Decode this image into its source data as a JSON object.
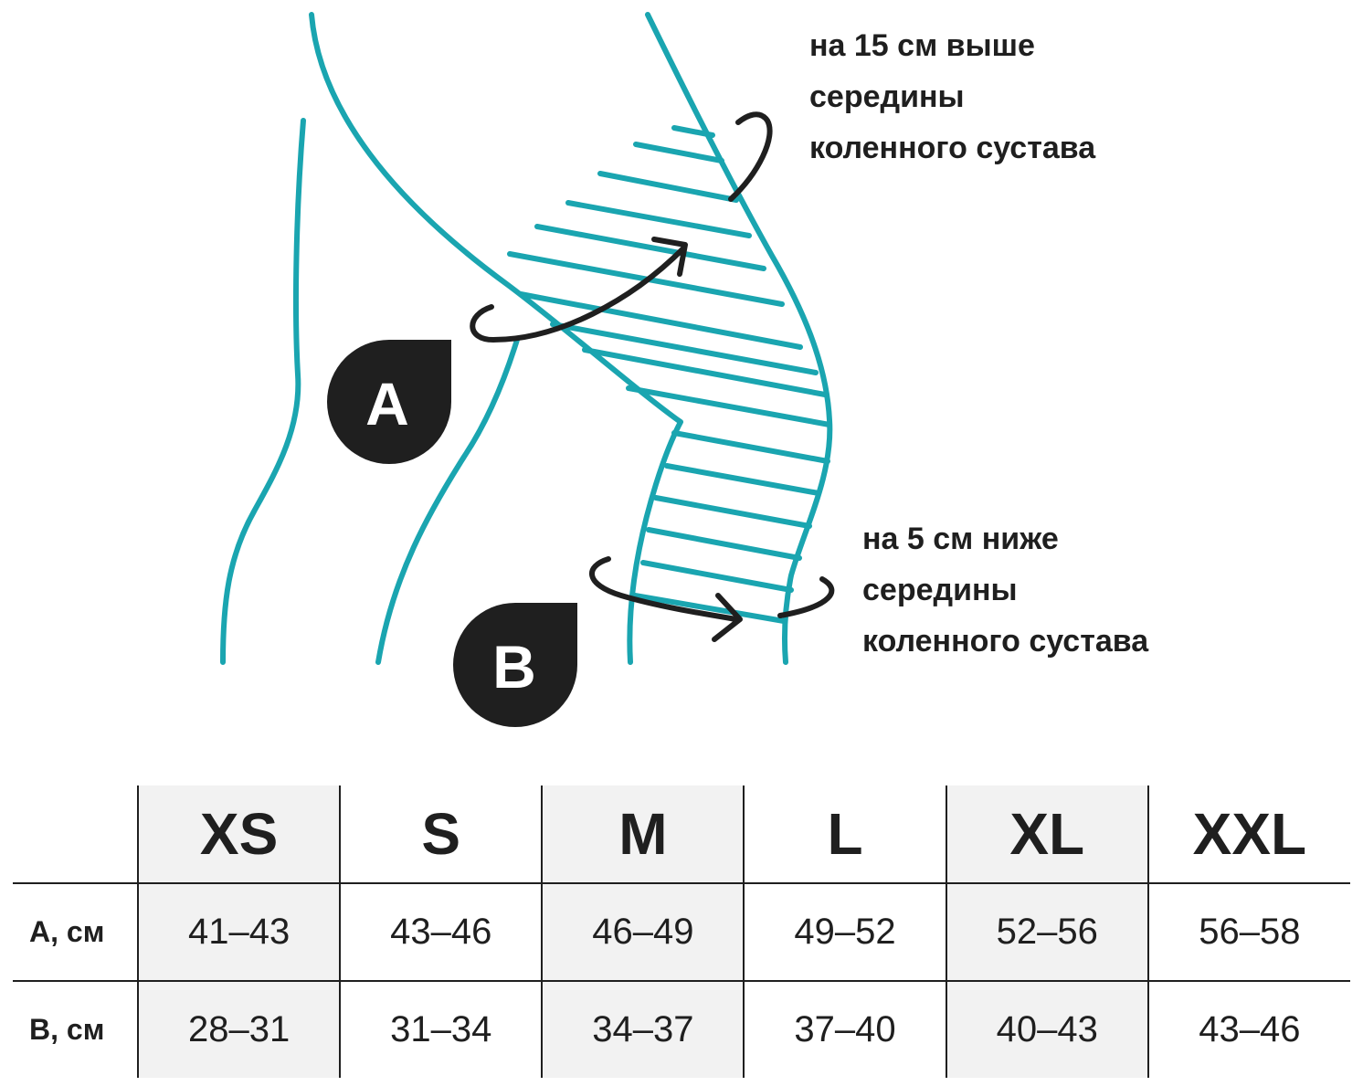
{
  "colors": {
    "accent": "#1aa5b0",
    "dark": "#1f1f1f",
    "shade": "#f2f2f2"
  },
  "markers": {
    "a": "A",
    "b": "B"
  },
  "notes": {
    "a": [
      "на 15 см выше",
      "середины",
      "коленного сустава"
    ],
    "b": [
      "на 5 см ниже",
      "середины",
      "коленного сустава"
    ]
  },
  "table": {
    "sizes": [
      "XS",
      "S",
      "M",
      "L",
      "XL",
      "XXL"
    ],
    "rows": [
      {
        "label": "A, см",
        "values": [
          "41–43",
          "43–46",
          "46–49",
          "49–52",
          "52–56",
          "56–58"
        ]
      },
      {
        "label": "B, см",
        "values": [
          "28–31",
          "31–34",
          "34–37",
          "37–40",
          "40–43",
          "43–46"
        ]
      }
    ]
  }
}
